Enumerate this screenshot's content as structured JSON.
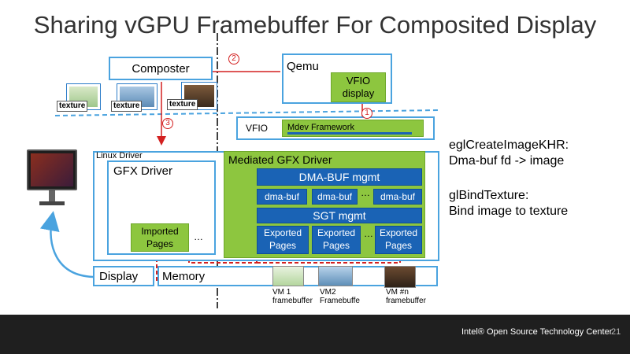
{
  "slide": {
    "title": "Sharing vGPU Framebuffer For Composited Display",
    "footer_text": "Intel® Open Source Technology Center",
    "page_number": "21"
  },
  "diagram": {
    "composter": "Composter",
    "texture_labels": [
      "texture",
      "texture",
      "texture"
    ],
    "qemu": "Qemu",
    "vfio_display": "VFIO\ndisplay",
    "vfio": "VFIO",
    "mdev_framework": "Mdev Framework",
    "linux_driver": "Linux Driver",
    "gfx_driver": "GFX Driver",
    "imported_pages": "Imported\nPages",
    "gfx_ellipsis": "…",
    "mediated_driver": "Mediated GFX Driver",
    "dma_buf_mgmt": "DMA-BUF mgmt",
    "dma_buf_items": [
      "dma-buf",
      "dma-buf",
      "dma-buf"
    ],
    "dma_ellipsis": "…",
    "sgt_mgmt": "SGT mgmt",
    "exported_pages": [
      "Exported\nPages",
      "Exported\nPages",
      "Exported\nPages"
    ],
    "exp_ellipsis": "…",
    "display": "Display",
    "memory": "Memory",
    "framebuffers": [
      "VM 1\nframebuffer",
      "VM2\nFramebuffe",
      "VM #n\nframebuffer"
    ],
    "steps": [
      "1",
      "2",
      "3"
    ]
  },
  "notes": {
    "line1": "eglCreateImageKHR:",
    "line2": "Dma-buf fd -> image",
    "line3": "glBindTexture:",
    "line4": "Bind image to texture"
  },
  "colors": {
    "box_border": "#4aa3df",
    "green": "#8dc63f",
    "blue": "#1a63b5",
    "arrow_red": "#d32020",
    "footer": "#1f1f1f"
  }
}
